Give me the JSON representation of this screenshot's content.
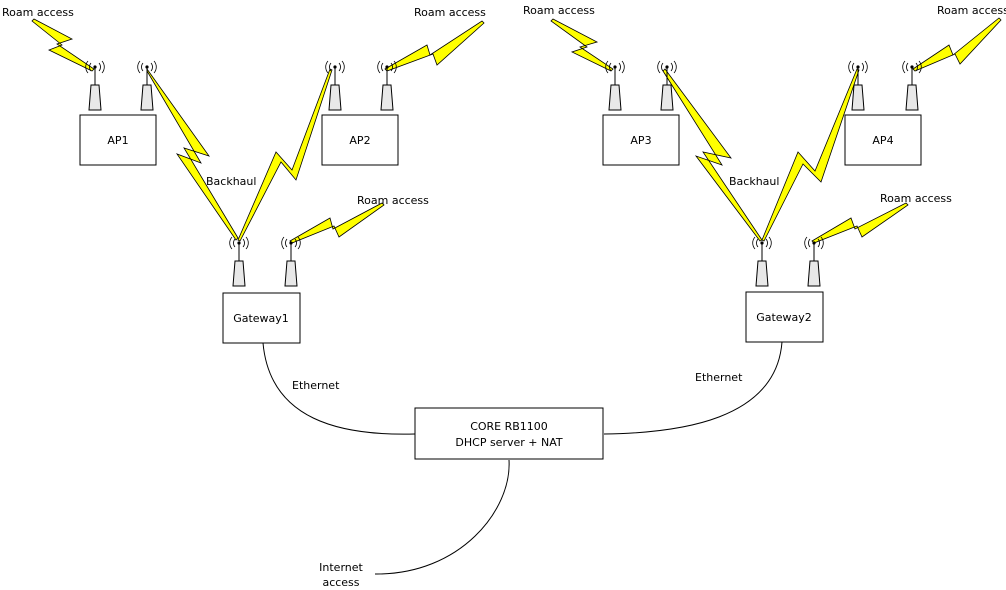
{
  "colors": {
    "bolt_fill": "#ffff00",
    "stroke": "#000000",
    "antenna_fill": "#e8e8e8",
    "background": "#ffffff"
  },
  "icons": [
    "antenna-icon",
    "wireless-link-bolt"
  ],
  "nodes": {
    "ap1": "AP1",
    "ap2": "AP2",
    "ap3": "AP3",
    "ap4": "AP4",
    "gateway1": "Gateway1",
    "gateway2": "Gateway2",
    "core_line1": "CORE RB1100",
    "core_line2": "DHCP server + NAT"
  },
  "labels": {
    "roam_ap1": "Roam access",
    "roam_ap2": "Roam access",
    "roam_ap3": "Roam access",
    "roam_ap4": "Roam access",
    "roam_gw1": "Roam access",
    "roam_gw2": "Roam access",
    "backhaul_left": "Backhaul",
    "backhaul_right": "Backhaul",
    "ethernet_left": "Ethernet",
    "ethernet_right": "Ethernet",
    "internet_line1": "Internet",
    "internet_line2": "access"
  }
}
